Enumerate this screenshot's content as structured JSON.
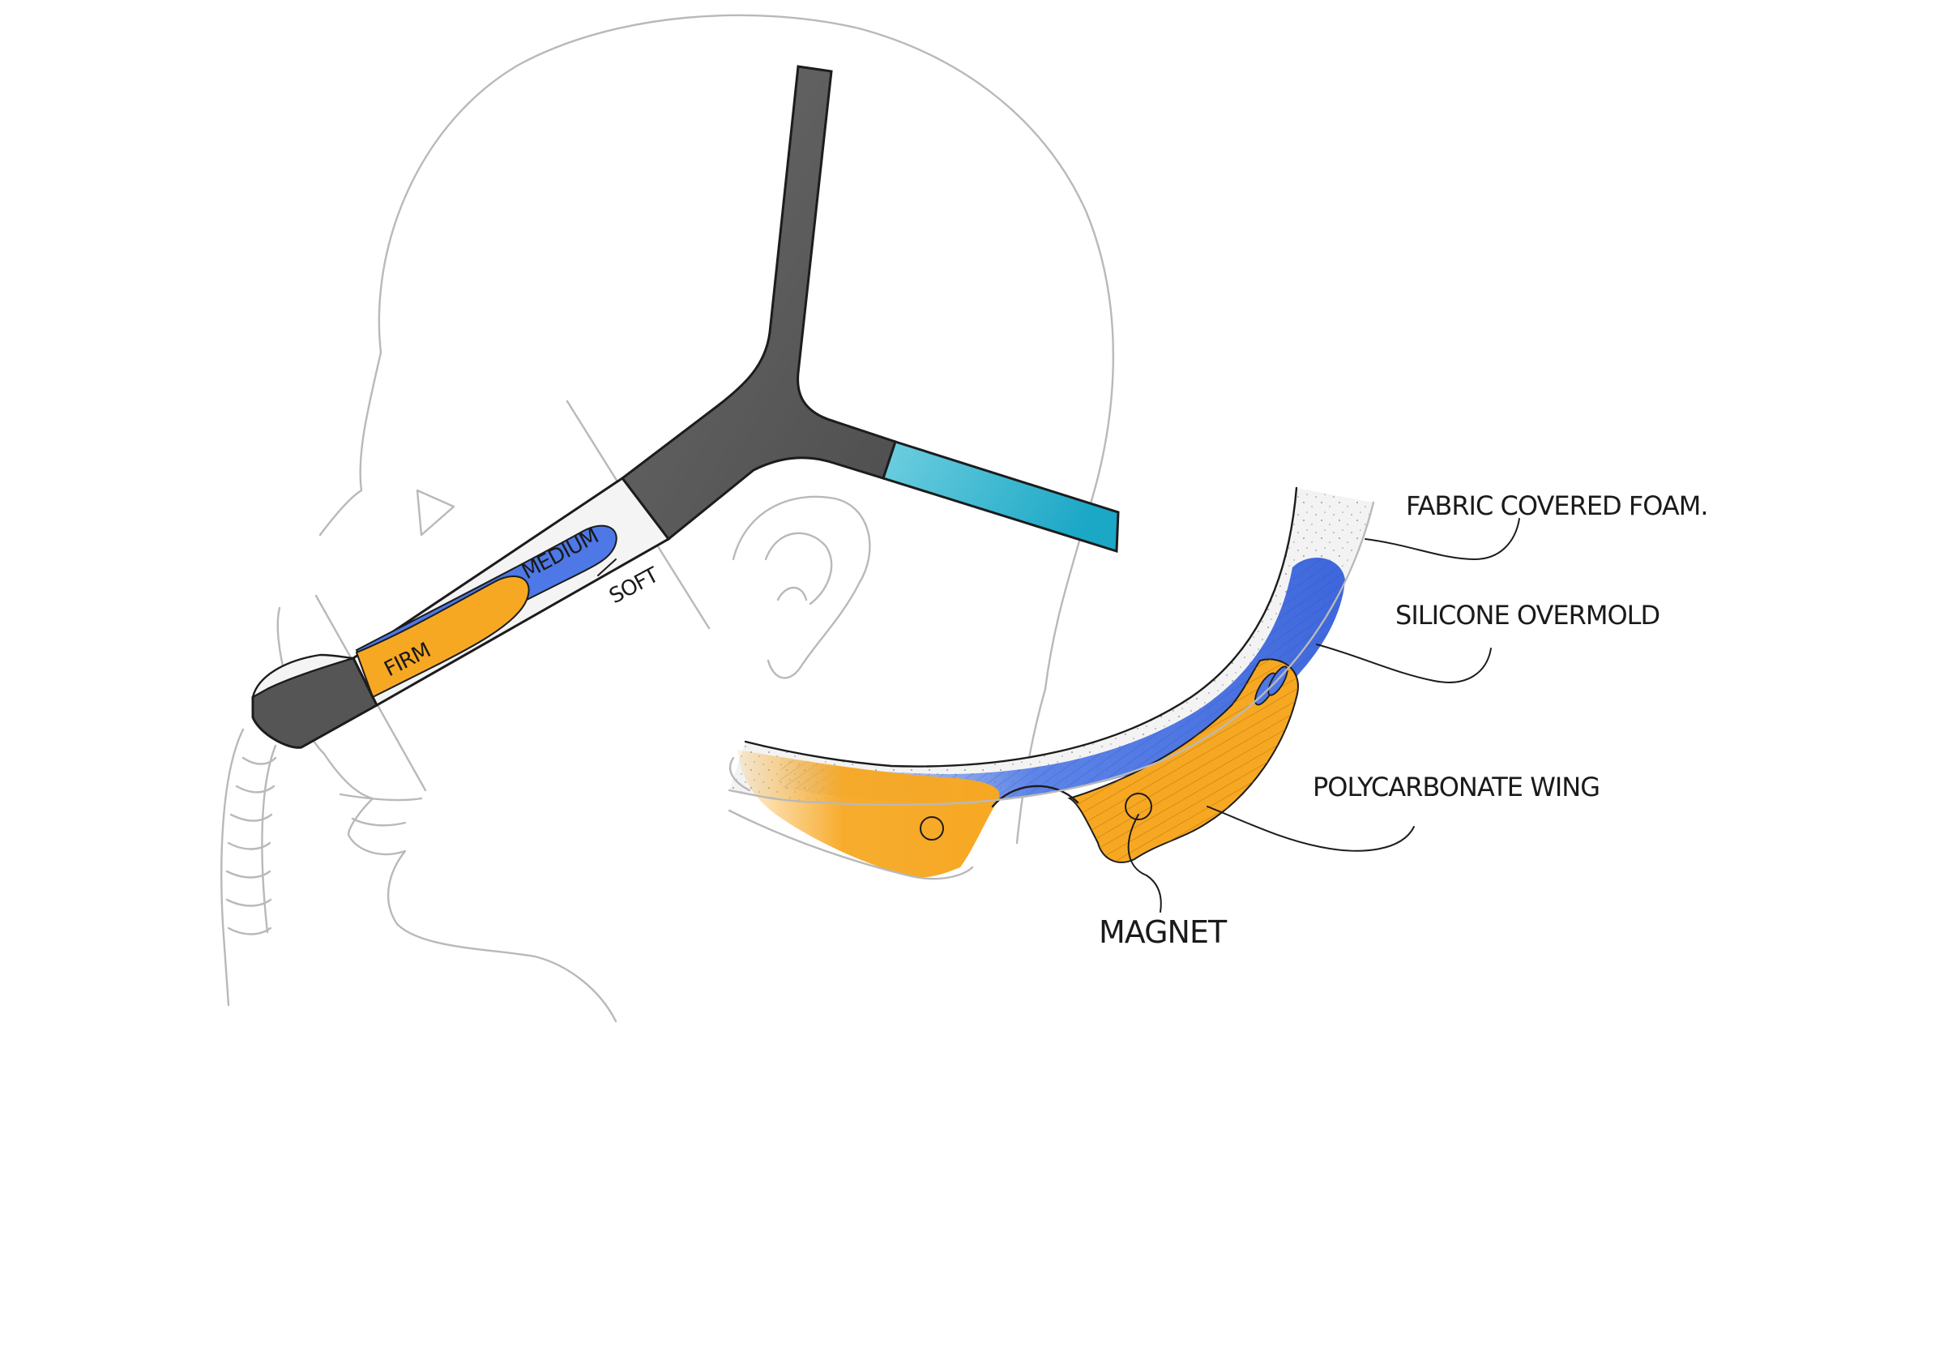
{
  "labels": {
    "firm": "FIRM",
    "medium": "MEDIUM",
    "soft": "SOFT",
    "fabric_foam": "FABRIC COVERED FOAM.",
    "silicone": "SILICONE OVERMOLD",
    "polycarbonate": "POLYCARBONATE WING",
    "magnet": "MAGNET"
  },
  "colors": {
    "strap_dark": "#5f5f5f",
    "strap_teal": "#3bb0cf",
    "firm_orange": "#f7a823",
    "medium_blue": "#4d78e6",
    "foam_white": "#f3f3f3",
    "outline_grey": "#b9b9b9",
    "ink": "#1c1c1c"
  }
}
